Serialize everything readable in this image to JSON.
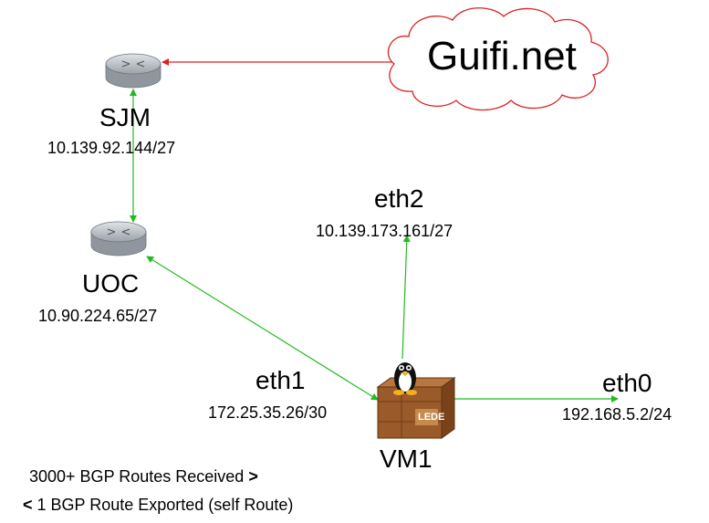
{
  "cloud": {
    "label": "Guifi.net"
  },
  "nodes": {
    "sjm": {
      "name": "SJM",
      "subnet": "10.139.92.144/27",
      "icon": "router-icon"
    },
    "uoc": {
      "name": "UOC",
      "subnet": "10.90.224.65/27",
      "icon": "router-icon"
    },
    "vm1": {
      "name": "VM1",
      "badge": "LEDE",
      "icon": "tux-box-icon"
    }
  },
  "interfaces": {
    "eth0": {
      "name": "eth0",
      "ip": "192.168.5.2/24"
    },
    "eth1": {
      "name": "eth1",
      "ip": "172.25.35.26/30"
    },
    "eth2": {
      "name": "eth2",
      "ip": "10.139.173.161/27"
    }
  },
  "footer": {
    "received_text": "3000+ BGP Routes Received",
    "received_arrow": ">",
    "exported_arrow": "<",
    "exported_text": "1 BGP Route Exported (self Route)"
  },
  "colors": {
    "green_link": "#22bb22",
    "red_link": "#dd2222",
    "cloud_stroke": "#dd2222"
  }
}
